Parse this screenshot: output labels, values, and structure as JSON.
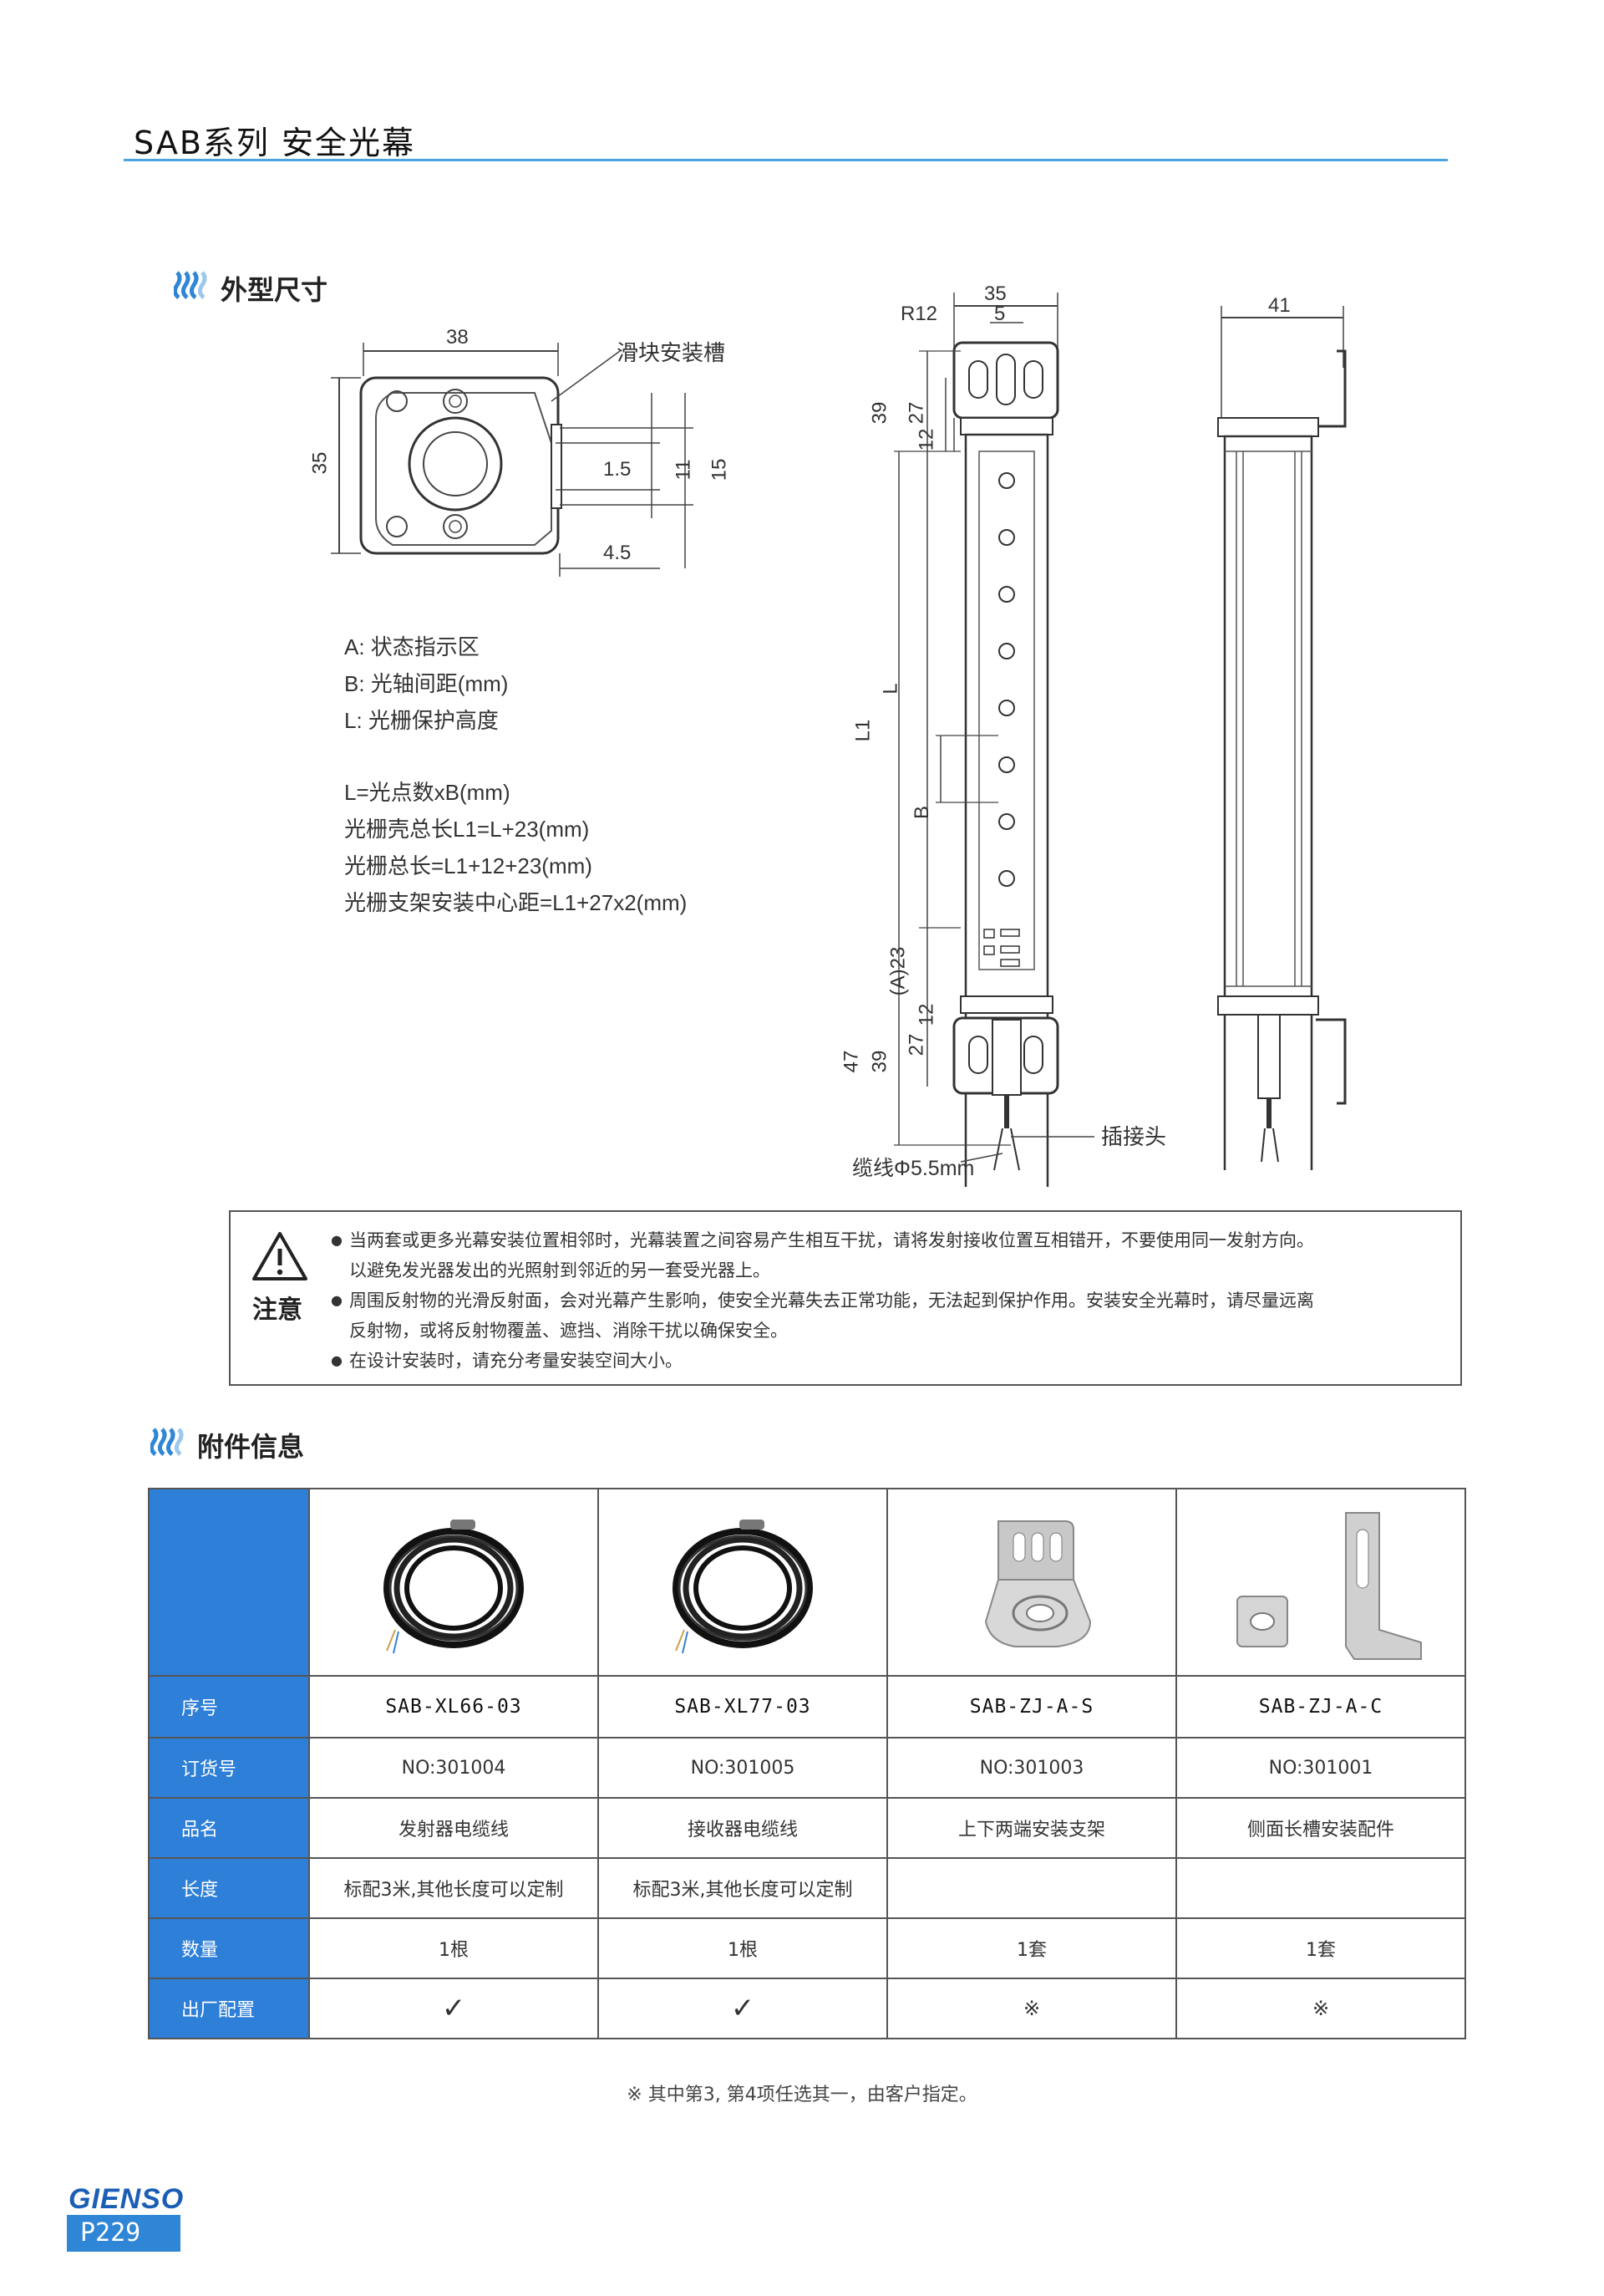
{
  "header": {
    "title": "SAB系列 安全光幕"
  },
  "sections": {
    "dimensions": "外型尺寸",
    "accessories": "附件信息"
  },
  "drawing": {
    "top_view": {
      "width": "38",
      "height": "35",
      "slot_label": "滑块安装槽",
      "d1": "1.5",
      "d2": "11",
      "d3": "15",
      "d4": "4.5"
    },
    "front_view": {
      "w": "35",
      "radius": "R12",
      "slot": "5",
      "h39_top": "39",
      "h27_top": "27",
      "h12_top": "12",
      "L": "L",
      "L1": "L1",
      "B": "B",
      "A23": "(A)23",
      "h12_bot": "12",
      "h27_bot": "27",
      "h39_bot": "39",
      "h47": "47",
      "connector": "插接头",
      "cable": "缆线Φ5.5mm"
    },
    "side_view": {
      "w": "41"
    }
  },
  "legend": [
    "A: 状态指示区",
    "B: 光轴间距(mm)",
    "L: 光栅保护高度",
    "L=光点数xB(mm)",
    "光栅壳总长L1=L+23(mm)",
    "光栅总长=L1+12+23(mm)",
    "光栅支架安装中心距=L1+27x2(mm)"
  ],
  "notice": {
    "title": "注意",
    "items": [
      [
        "当两套或更多光幕安装位置相邻时，光幕装置之间容易产生相互干扰，请将发射接收位置互相错开，不要使用同一发射方向。",
        "以避免发光器发出的光照射到邻近的另一套受光器上。"
      ],
      [
        "周围反射物的光滑反射面，会对光幕产生影响，使安全光幕失去正常功能，无法起到保护作用。安装安全光幕时，请尽量远离",
        "反射物，或将反射物覆盖、遮挡、消除干扰以确保安全。"
      ],
      [
        "在设计安装时，请充分考量安装空间大小。"
      ]
    ]
  },
  "table": {
    "row_labels": [
      "序号",
      "订货号",
      "品名",
      "长度",
      "数量",
      "出厂配置"
    ],
    "columns": [
      {
        "image": "cable-coil",
        "model": "SAB-XL66-03",
        "order": "NO:301004",
        "name": "发射器电缆线",
        "length": "标配3米,其他长度可以定制",
        "qty": "1根",
        "config": "✓"
      },
      {
        "image": "cable-coil",
        "model": "SAB-XL77-03",
        "order": "NO:301005",
        "name": "接收器电缆线",
        "length": "标配3米,其他长度可以定制",
        "qty": "1根",
        "config": "✓"
      },
      {
        "image": "mount-bracket",
        "model": "SAB-ZJ-A-S",
        "order": "NO:301003",
        "name": "上下两端安装支架",
        "length": "",
        "qty": "1套",
        "config": "※"
      },
      {
        "image": "side-slot-kit",
        "model": "SAB-ZJ-A-C",
        "order": "NO:301001",
        "name": "侧面长槽安装配件",
        "length": "",
        "qty": "1套",
        "config": "※"
      }
    ],
    "header_color": "#2e7fd8"
  },
  "footnote": "※ 其中第3, 第4项任选其一，由客户指定。",
  "footer": {
    "brand": "GIENSO",
    "page": "P229"
  }
}
